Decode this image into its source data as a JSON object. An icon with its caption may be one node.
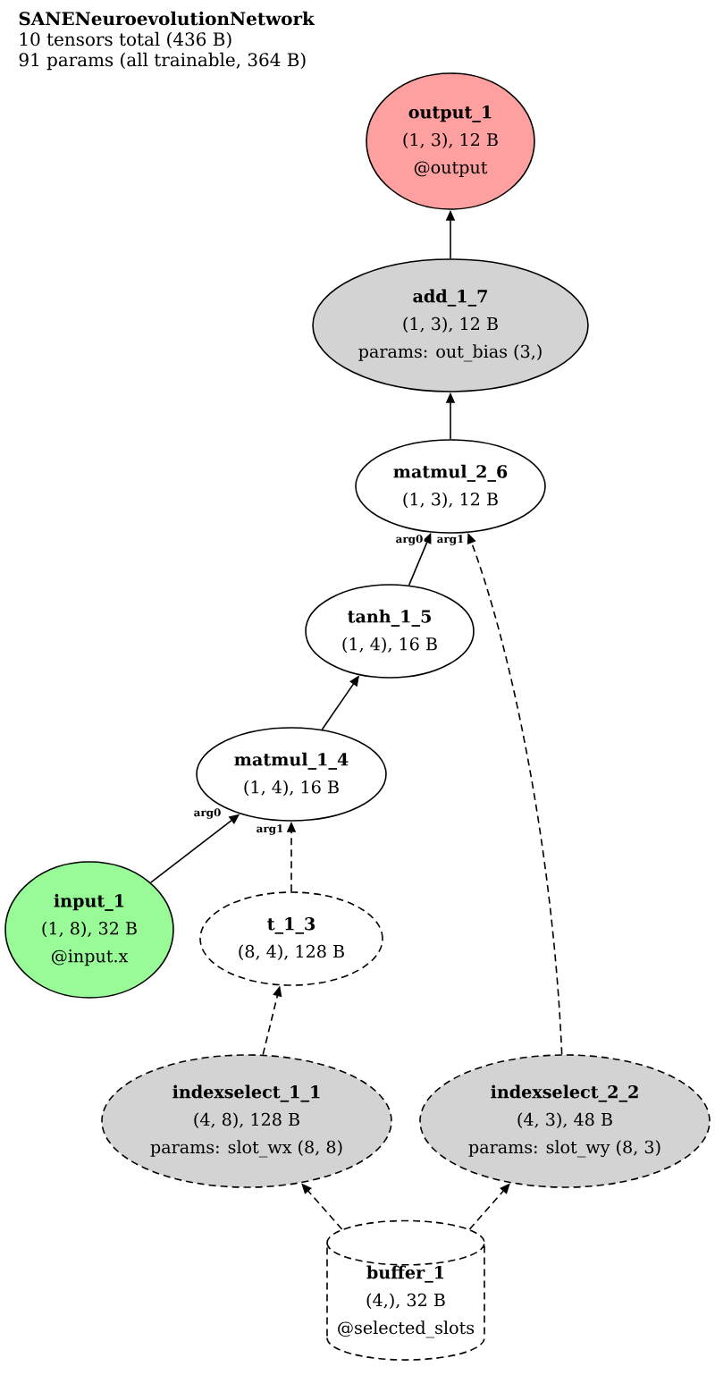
{
  "diagram": {
    "title": "SANENeuroevolutionNetwork",
    "nodes": [
      {
        "text": [
          "output_1",
          "(1, 3), 12 B",
          "@output"
        ]
      },
      {
        "text": [
          "add_1_7",
          "(1, 3), 12 B",
          "params: out_bias (3,)"
        ]
      },
      {
        "text": [
          "matmul_2_6",
          "(1, 3), 12 B"
        ]
      },
      {
        "text": [
          "tanh_1_5",
          "(1, 4), 16 B"
        ]
      },
      {
        "text": [
          "matmul_1_4",
          "(1, 4), 16 B"
        ]
      },
      {
        "text": [
          "input_1",
          "(1, 8), 32 B",
          "@input.x"
        ]
      },
      {
        "text": [
          "t_1_3",
          "(8, 4), 128 B"
        ]
      },
      {
        "text": [
          "indexselect_1_1",
          "(4, 8), 128 B",
          "params: slot_wx (8, 8)"
        ]
      },
      {
        "text": [
          "indexselect_2_2",
          "(4, 3), 48 B",
          "params: slot_wy (8, 3)"
        ]
      },
      {
        "text": [
          "buffer_1",
          "(4,), 32 B",
          "@selected_slots"
        ]
      }
    ],
    "edges": [
      {
        "from": 1,
        "to": 0,
        "arrow": "to"
      },
      {
        "from": 2,
        "to": 1,
        "arrow": "to"
      },
      {
        "from": 3,
        "to": 2,
        "arrow": "to",
        "label": "arg0"
      },
      {
        "from": 8,
        "to": 2,
        "arrow": "to",
        "label": "arg1",
        "style": "dashed"
      },
      {
        "from": 4,
        "to": 3,
        "arrow": "to"
      },
      {
        "from": 5,
        "to": 4,
        "arrow": "to",
        "label": "arg0"
      },
      {
        "from": 6,
        "to": 4,
        "arrow": "to",
        "label": "arg1",
        "style": "dashed"
      },
      {
        "from": 7,
        "to": 6,
        "arrow": "to",
        "style": "dashed"
      },
      {
        "from": 9,
        "to": 7,
        "arrow": "to",
        "style": "dashed"
      },
      {
        "from": 9,
        "to": 8,
        "arrow": "to",
        "style": "dashed"
      }
    ],
    "labels": [
      "10 tensors total (436 B)",
      "91 params (all trainable, 364 B)"
    ]
  }
}
